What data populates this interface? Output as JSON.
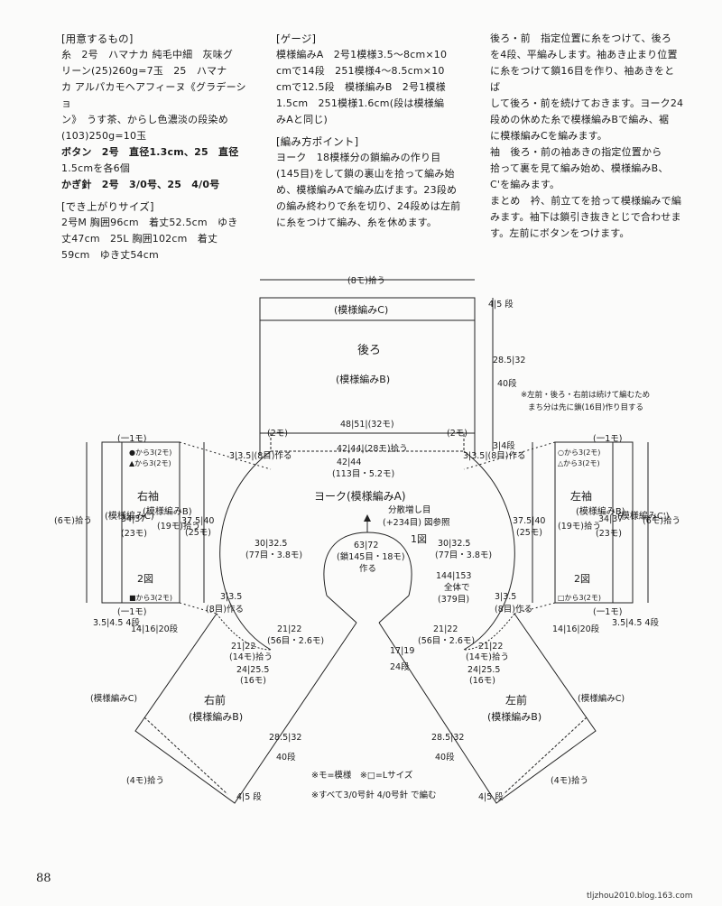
{
  "col1": {
    "materials_title": "[用意するもの]",
    "materials_lines": [
      "糸　2号　ハマナカ 純毛中細　灰味グ",
      "リーン(25)260g=7玉　25　ハマナ",
      "カ アルパカモヘアフィーヌ《グラデーショ",
      "ン》　うす茶、からし色濃淡の段染め",
      "(103)250g=10玉",
      "ボタン　2号　直径1.3cm、25　直径",
      "1.5cmを各6個",
      "かぎ針　2号　3/0号、25　4/0号"
    ],
    "size_title": "[でき上がりサイズ]",
    "size_lines": [
      "2号M 胸囲96cm　着丈52.5cm　ゆき",
      "丈47cm　25L 胸囲102cm　着丈",
      "59cm　ゆき丈54cm"
    ]
  },
  "col2": {
    "gauge_title": "[ゲージ]",
    "gauge_lines": [
      "模様編みA　2号1模様3.5〜8cm×10",
      "cmで14段　251模様4〜8.5cm×10",
      "cmで12.5段　模様編みB　2号1模様",
      "1.5cm　251模様1.6cm(段は模様編",
      "みAと同じ)"
    ],
    "points_title": "[編み方ポイント]",
    "points_lines": [
      "ヨーク　18模様分の鎖編みの作り目",
      "(145目)をして鎖の裏山を拾って編み始",
      "め、模様編みAで編み広げます。23段め",
      "の編み終わりで糸を切り、24段めは左前",
      "に糸をつけて編み、糸を休めます。"
    ]
  },
  "col3": {
    "lines": [
      "後ろ・前　指定位置に糸をつけて、後ろ",
      "を4段、平編みします。袖あき止まり位置",
      "に糸をつけて鎖16目を作り、袖あきをとば",
      "して後ろ・前を続けておきます。ヨーク24",
      "段めの休めた糸で模様編みBで編み、裾",
      "に模様編みCを編みます。",
      "袖　後ろ・前の袖あきの指定位置から",
      "拾って裏を見て編み始め、模様編みB、",
      "C'を編みます。",
      "まとめ　衿、前立てを拾って模様編みで編",
      "みます。袖下は鎖引き抜きとじで合わせま",
      "す。左前にボタンをつけます。"
    ]
  },
  "diagram": {
    "back_top_pickup": "(8モ)拾う",
    "back_border": "(模様編みC)",
    "back_title": "後ろ",
    "back_pattern": "(模様編みB)",
    "back_width": "48|51|(32モ)",
    "back_edge_left": "(2モ)",
    "back_edge_right": "(2モ)",
    "back_rows_top": "4|5 段",
    "back_rows_mid": "28.5|32",
    "back_rows_mid2": "40段",
    "back_rows_bottom": "3|4段",
    "armhole_left": "3|3.5|(8目)作る",
    "armhole_right": "3|3.5|(8目)作る",
    "yoke_outer": "42|44|(28モ)拾う",
    "yoke_outer2": "42|44",
    "yoke_outer3": "(113目・5.2モ)",
    "yoke_title": "ヨーク(模様編みA)",
    "yoke_inc": "分散増し目",
    "yoke_inc2": "(+234目) 図参照",
    "yoke_fig": "1図",
    "yoke_side_left": "30|32.5",
    "yoke_side_left2": "(77目・3.8モ)",
    "yoke_side_right": "30|32.5",
    "yoke_side_right2": "(77目・3.8モ)",
    "neck_width": "63|72",
    "neck_chain": "(鎖145目・18モ)",
    "neck_make": "作る",
    "total_row": "144|153",
    "total_label": "全体で",
    "total_sts": "(379目)",
    "note_top": "※左前・後ろ・右前は続けて編むため",
    "note_top2": "まち分は先に鎖(16目)作り目する",
    "rsleeve_title": "右袖",
    "rsleeve_pattern": "(模様編みB)",
    "rsleeve_border": "(模様編みC)",
    "rsleeve_pickup": "(6モ)拾う",
    "rsleeve_top": "(一1モ)",
    "rsleeve_len": "37.5|40",
    "rsleeve_len2": "(25モ)",
    "rsleeve_inner": "34|37",
    "rsleeve_inner2": "(23モ)",
    "rsleeve_pick2": "(19モ)拾う",
    "rsleeve_fig": "2図",
    "rsleeve_from1": "●から3(2モ)",
    "rsleeve_from2": "▲から3(2モ)",
    "rsleeve_from3": "■から3(2モ)",
    "rsleeve_bot": "(一1モ)",
    "rsleeve_rows": "3.5|4.5 4段",
    "rsleeve_rows2": "14|16|20段",
    "lsleeve_title": "左袖",
    "lsleeve_pattern": "(模様編みB)",
    "lsleeve_border": "(模様編みC')",
    "lsleeve_pickup": "(6モ)拾う",
    "lsleeve_top": "(一1モ)",
    "lsleeve_len": "37.5|40",
    "lsleeve_len2": "(25モ)",
    "lsleeve_inner": "34|37",
    "lsleeve_inner2": "(23モ)",
    "lsleeve_pick2": "(19モ)拾う",
    "lsleeve_fig": "2図",
    "lsleeve_from1": "○から3(2モ)",
    "lsleeve_from2": "△から3(2モ)",
    "lsleeve_from3": "□から3(2モ)",
    "lsleeve_bot": "(一1モ)",
    "lsleeve_rows": "3.5|4.5 4段",
    "lsleeve_rows2": "14|16|20段",
    "rfront_title": "右前",
    "rfront_pattern": "(模様編みB)",
    "rfront_border": "(模様編みC)",
    "rfront_pickup": "(4モ)拾う",
    "rfront_len": "28.5|32",
    "rfront_rows": "40段",
    "rfront_bot": "4|5 段",
    "rfront_ann1": "21|22",
    "rfront_ann1b": "(56目・2.6モ)",
    "rfront_ann2": "21|22",
    "rfront_ann2b": "(14モ)拾う",
    "rfront_ann3": "24|25.5",
    "rfront_ann3b": "(16モ)",
    "rfront_arm": "3|3.5",
    "rfront_arm2": "(8目)作る",
    "lfront_title": "左前",
    "lfront_pattern": "(模様編みB)",
    "lfront_border": "(模様編みC)",
    "lfront_pickup": "(4モ)拾う",
    "lfront_len": "28.5|32",
    "lfront_rows": "40段",
    "lfront_bot": "4|5 段",
    "lfront_neck": "17|19",
    "lfront_neck2": "24段",
    "lfront_ann1": "21|22",
    "lfront_ann1b": "(56目・2.6モ)",
    "lfront_ann2": "21|22",
    "lfront_ann2b": "(14モ)拾う",
    "lfront_ann3": "24|25.5",
    "lfront_ann3b": "(16モ)",
    "lfront_arm": "3|3.5",
    "lfront_arm2": "(8目)作る",
    "legend1": "※モ=模様　※□=Lサイズ",
    "legend2": "※すべて3/0号針 4/0号針 で編む"
  },
  "page_number": "88",
  "credit": "tljzhou2010.blog.163.com"
}
